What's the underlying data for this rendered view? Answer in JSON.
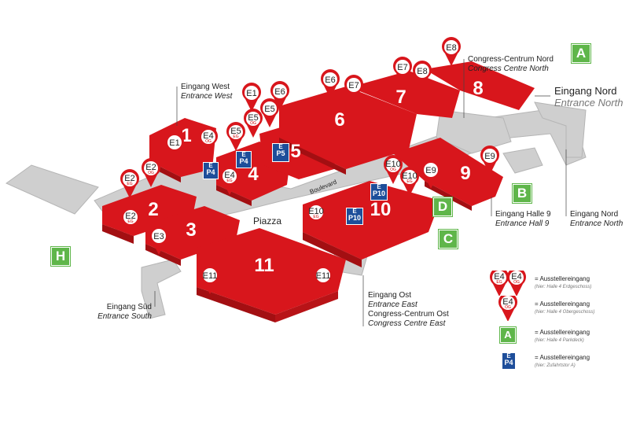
{
  "halls": [
    {
      "id": "1",
      "label": "1"
    },
    {
      "id": "2",
      "label": "2"
    },
    {
      "id": "3",
      "label": "3"
    },
    {
      "id": "4",
      "label": "4"
    },
    {
      "id": "5",
      "label": "5"
    },
    {
      "id": "6",
      "label": "6"
    },
    {
      "id": "7",
      "label": "7"
    },
    {
      "id": "8",
      "label": "8"
    },
    {
      "id": "9",
      "label": "9"
    },
    {
      "id": "10",
      "label": "10"
    },
    {
      "id": "11",
      "label": "11"
    }
  ],
  "areas": {
    "piazza": "Piazza",
    "boulevard": "Boulevard"
  },
  "pins": [
    {
      "label": "E1",
      "sub": ""
    },
    {
      "label": "E1",
      "sub": ""
    },
    {
      "label": "E6",
      "sub": ""
    },
    {
      "label": "E6",
      "sub": ""
    },
    {
      "label": "E7",
      "sub": ""
    },
    {
      "label": "E7",
      "sub": ""
    },
    {
      "label": "E8",
      "sub": ""
    },
    {
      "label": "E8",
      "sub": ""
    },
    {
      "label": "E5",
      "sub": ""
    },
    {
      "label": "E5",
      "sub": "OG"
    },
    {
      "label": "E5",
      "sub": "EG"
    },
    {
      "label": "E4",
      "sub": "OG"
    },
    {
      "label": "E4",
      "sub": "EG"
    },
    {
      "label": "E2",
      "sub": "EG"
    },
    {
      "label": "E2",
      "sub": "OG"
    },
    {
      "label": "E2",
      "sub": "EG"
    },
    {
      "label": "E3",
      "sub": ""
    },
    {
      "label": "E10",
      "sub": "OG"
    },
    {
      "label": "E10",
      "sub": "EG"
    },
    {
      "label": "E10",
      "sub": "EG"
    },
    {
      "label": "E9",
      "sub": ""
    },
    {
      "label": "E9",
      "sub": ""
    },
    {
      "label": "E11",
      "sub": ""
    },
    {
      "label": "E11",
      "sub": ""
    }
  ],
  "parking": [
    {
      "e": "E",
      "p": "P4"
    },
    {
      "e": "E",
      "p": "P4"
    },
    {
      "e": "E",
      "p": "P5"
    },
    {
      "e": "E",
      "p": "P10"
    },
    {
      "e": "E",
      "p": "P10"
    }
  ],
  "signs": [
    "A",
    "B",
    "C",
    "D",
    "H"
  ],
  "labels": {
    "eingang_west_de": "Eingang West",
    "eingang_west_en": "Entrance West",
    "ccn_de": "Congress-Centrum Nord",
    "ccn_en": "Congress Centre North",
    "eingang_nord_de": "Eingang Nord",
    "eingang_nord_en": "Entrance North",
    "halle9_de": "Eingang Halle 9",
    "halle9_en": "Entrance Hall 9",
    "nord2_de": "Eingang Nord",
    "nord2_en": "Entrance North",
    "ost_de": "Eingang Ost",
    "ost_en": "Entrance East",
    "cco_de": "Congress-Centrum Ost",
    "cco_en": "Congress Centre East",
    "sued_de": "Eingang Süd",
    "sued_en": "Entrance South"
  },
  "legend": [
    {
      "pins": [
        "E4",
        "E4"
      ],
      "subs": [
        "EG",
        "OG"
      ],
      "title": "= Ausstellereingang",
      "note": "(hier: Halle 4 Erdgeschoss)"
    },
    {
      "pins": [
        "E4"
      ],
      "subs": [
        "OG"
      ],
      "title": "= Ausstellereingang",
      "note": "(hier: Halle 4 Obergeschoss)"
    },
    {
      "sign": "A",
      "title": "= Ausstellereingang",
      "note": "(hier: Halle 4 Parkdeck)"
    },
    {
      "park": {
        "e": "E",
        "p": "P4"
      },
      "title": "= Ausstellereingang",
      "note": "(hier: Zufahrtstor A)"
    }
  ],
  "colors": {
    "hall": "#d8161c",
    "hall_dark": "#a30f12",
    "grey": "#c9c9c9",
    "grey_dark": "#9a9a9a",
    "green": "#5fb64a",
    "blue": "#1e4e9a"
  }
}
